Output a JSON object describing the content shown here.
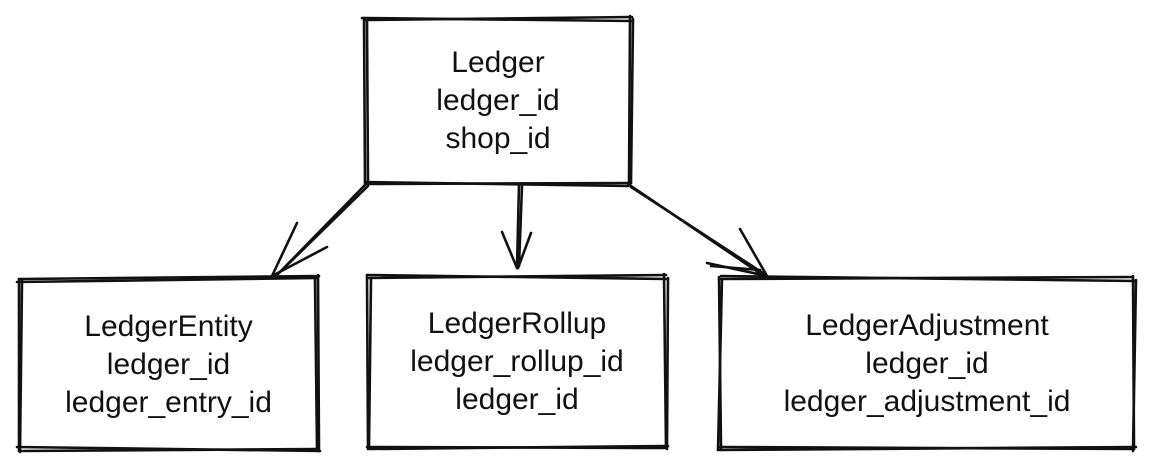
{
  "diagram": {
    "ink_color": "#111111",
    "background_color": "#ffffff",
    "nodes": {
      "ledger": {
        "title": "Ledger",
        "fields": [
          "ledger_id",
          "shop_id"
        ]
      },
      "ledger_entity": {
        "title": "LedgerEntity",
        "fields": [
          "ledger_id",
          "ledger_entry_id"
        ]
      },
      "ledger_rollup": {
        "title": "LedgerRollup",
        "fields": [
          "ledger_rollup_id",
          "ledger_id"
        ]
      },
      "ledger_adjustment": {
        "title": "LedgerAdjustment",
        "fields": [
          "ledger_id",
          "ledger_adjustment_id"
        ]
      }
    },
    "edges": [
      {
        "from": "Ledger",
        "to": "LedgerEntity"
      },
      {
        "from": "Ledger",
        "to": "LedgerRollup"
      },
      {
        "from": "Ledger",
        "to": "LedgerAdjustment"
      }
    ]
  }
}
